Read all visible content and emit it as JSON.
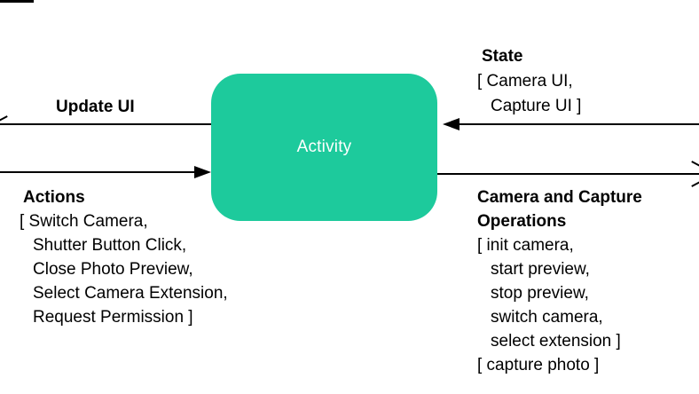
{
  "diagram": {
    "node": {
      "label": "Activity"
    },
    "edges": {
      "update_ui": {
        "title": "Update UI",
        "direction": "from node to left edge"
      },
      "actions": {
        "title": "Actions",
        "direction": "from left edge into node",
        "lines": [
          "[ Switch Camera,",
          "Shutter Button Click,",
          "Close Photo Preview,",
          "Select Camera Extension,",
          "Request Permission ]"
        ]
      },
      "state": {
        "title": "State",
        "direction": "from right edge into node",
        "lines": [
          "[ Camera UI,",
          "Capture UI ]"
        ]
      },
      "camera_ops": {
        "title_lines": [
          "Camera and Capture",
          "Operations"
        ],
        "direction": "from node to right edge",
        "lines": [
          "[ init camera,",
          "start preview,",
          "stop preview,",
          "switch camera,",
          "select extension ]",
          "[ capture photo ]"
        ]
      }
    },
    "colors": {
      "node_fill": "#1DCA9C",
      "node_text": "#FFFFFF",
      "line": "#000000",
      "text": "#000000",
      "background": "#FFFFFF"
    }
  }
}
